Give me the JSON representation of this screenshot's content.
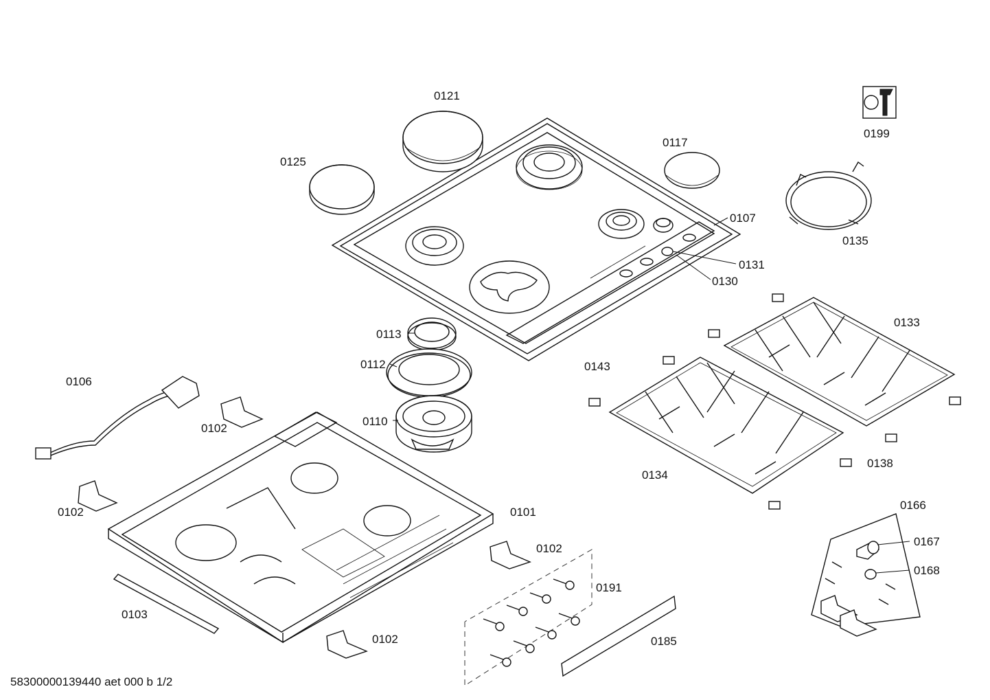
{
  "diagram": {
    "parts": {
      "p0121": "0121",
      "p0125": "0125",
      "p0117": "0117",
      "p0199": "0199",
      "p0107": "0107",
      "p0135": "0135",
      "p0131": "0131",
      "p0130": "0130",
      "p0113": "0113",
      "p0133": "0133",
      "p0112": "0112",
      "p0143": "0143",
      "p0106": "0106",
      "p0110": "0110",
      "p0102a": "0102",
      "p0138": "0138",
      "p0134": "0134",
      "p0102b": "0102",
      "p0101": "0101",
      "p0166": "0166",
      "p0167": "0167",
      "p0102c": "0102",
      "p0168": "0168",
      "p0191": "0191",
      "p0103": "0103",
      "p0185": "0185",
      "p0102d": "0102"
    },
    "footer": "58300000139440 aet 000 b 1/2"
  }
}
